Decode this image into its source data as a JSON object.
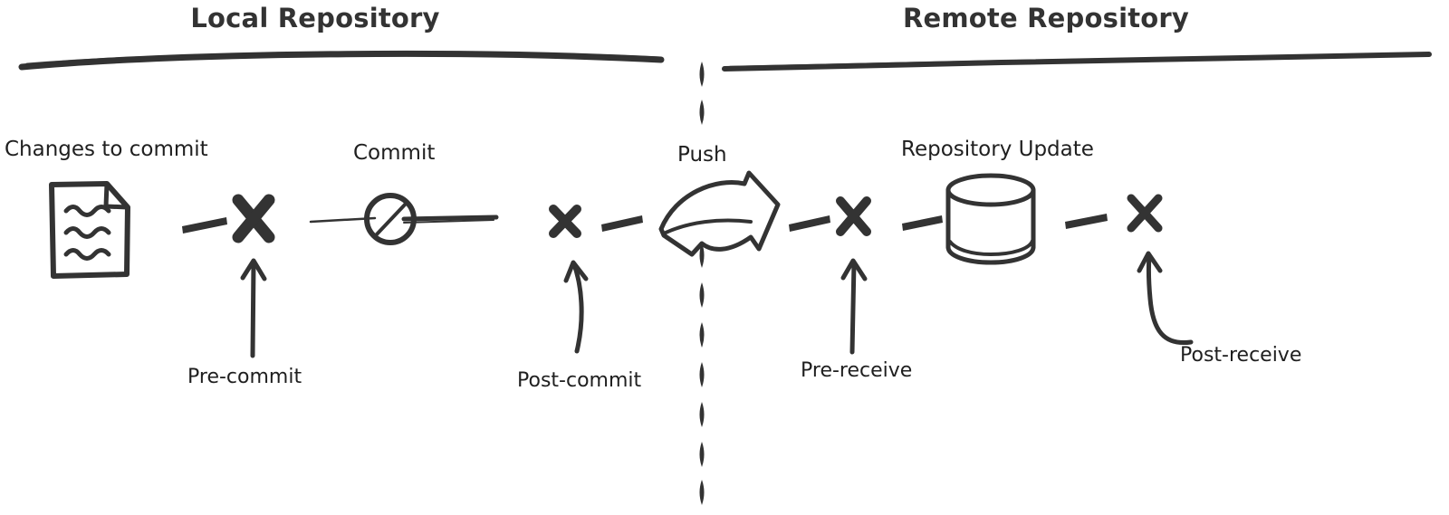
{
  "diagram": {
    "title_left": "Local Repository",
    "title_right": "Remote Repository",
    "background_color": "#ffffff",
    "ink_color": "#333333",
    "title_color": "#333333",
    "divider": {
      "name": "dashed-divider",
      "style": "vertical dashed line separating local and remote"
    },
    "nodes": [
      {
        "id": "changes",
        "label": "Changes  to commit",
        "icon": "document-icon"
      },
      {
        "id": "pre-commit-hook",
        "label": "Pre-commit",
        "icon": "x-marker-icon",
        "arrow": "straight-up-arrow"
      },
      {
        "id": "commit",
        "label": "Commit",
        "icon": "commit-node-icon"
      },
      {
        "id": "post-commit-hook",
        "label": "Post-commit",
        "icon": "x-marker-icon",
        "arrow": "curved-up-arrow"
      },
      {
        "id": "push",
        "label": "Push",
        "icon": "push-arrow-icon"
      },
      {
        "id": "pre-receive-hook",
        "label": "Pre-receive",
        "icon": "x-marker-icon",
        "arrow": "straight-up-arrow"
      },
      {
        "id": "repository-update",
        "label": "Repository Update",
        "icon": "database-cylinder-icon"
      },
      {
        "id": "post-receive-hook",
        "label": "Post-receive",
        "icon": "x-marker-icon",
        "arrow": "curved-up-arrow"
      }
    ]
  }
}
